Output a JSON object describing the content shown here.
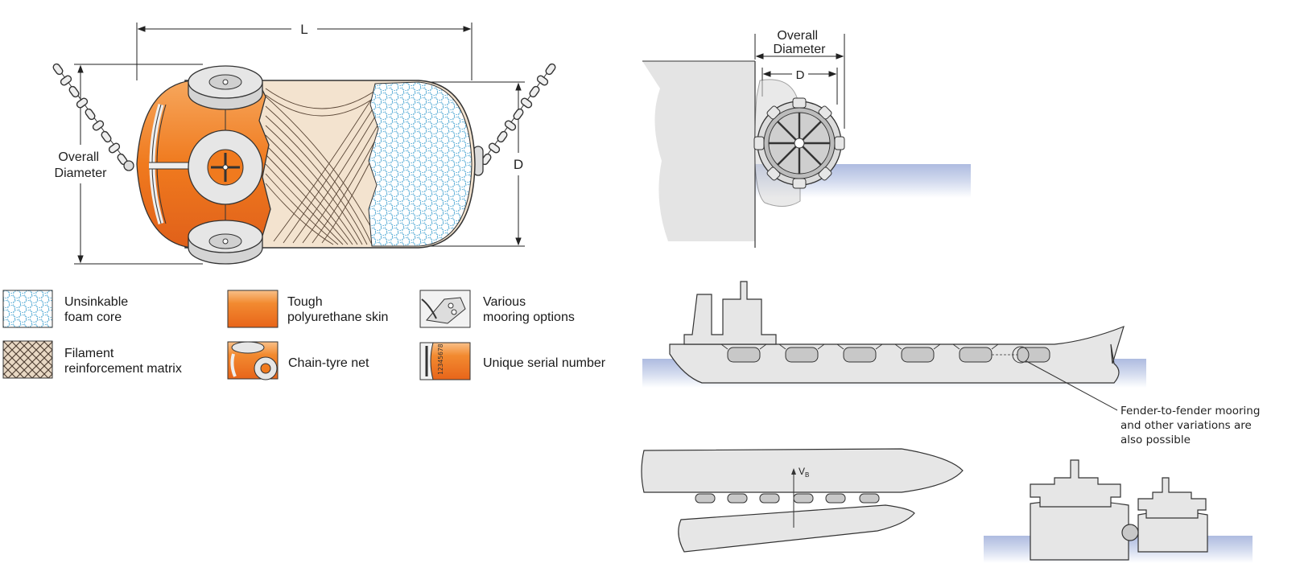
{
  "fender_diagram": {
    "dim_length": "L",
    "dim_diameter": "D",
    "overall_diameter": [
      "Overall",
      "Diameter"
    ]
  },
  "legend": [
    {
      "icon": "foam-core-swatch",
      "lines": [
        "Unsinkable",
        "foam core"
      ]
    },
    {
      "icon": "polyurethane-swatch",
      "lines": [
        "Tough",
        "polyurethane skin"
      ]
    },
    {
      "icon": "mooring-options-icon",
      "lines": [
        "Various",
        "mooring options"
      ]
    },
    {
      "icon": "filament-matrix-swatch",
      "lines": [
        "Filament",
        "reinforcement matrix"
      ]
    },
    {
      "icon": "chain-tyre-net-icon",
      "lines": [
        "Chain-tyre net"
      ]
    },
    {
      "icon": "serial-number-icon",
      "lines": [
        "Unique serial number"
      ]
    }
  ],
  "quay_diagram": {
    "overall_diameter": [
      "Overall",
      "Diameter"
    ],
    "dim_diameter": "D"
  },
  "ship_note": [
    "Fender-to-fender mooring",
    "and other variations are",
    "also possible"
  ],
  "berthing_velocity": {
    "symbol": "V",
    "subscript": "B"
  },
  "colors": {
    "orange": "#f07a1e",
    "foam_dot": "#5fb0d8",
    "water": "#c3cde6",
    "grey_fill": "#e6e6e6",
    "line": "#333333"
  }
}
